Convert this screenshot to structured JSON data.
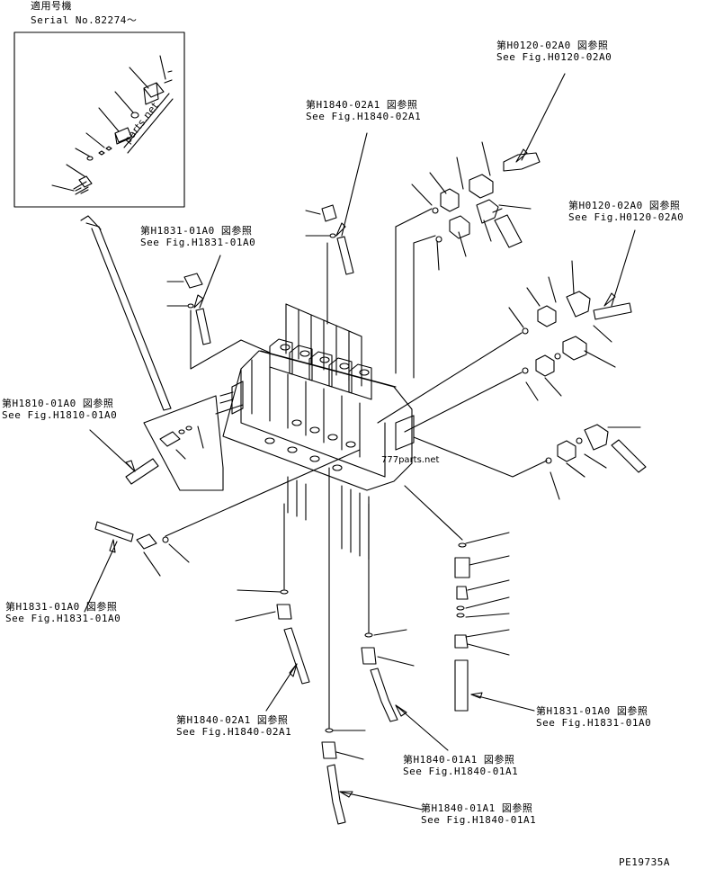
{
  "inset": {
    "applicable_label": "適用号機",
    "serial_label": "Serial No.82274～",
    "stamp_text": "parts.net"
  },
  "refs": [
    {
      "jp": "第H0120-02A0 図参照",
      "en": "See Fig.H0120-02A0"
    },
    {
      "jp": "第H1840-02A1 図参照",
      "en": "See Fig.H1840-02A1"
    },
    {
      "jp": "第H1831-01A0 図参照",
      "en": "See Fig.H1831-01A0"
    },
    {
      "jp": "第H0120-02A0 図参照",
      "en": "See Fig.H0120-02A0"
    },
    {
      "jp": "第H1810-01A0 図参照",
      "en": "See Fig.H1810-01A0"
    },
    {
      "jp": "第H1831-01A0 図参照",
      "en": "See Fig.H1831-01A0"
    },
    {
      "jp": "第H1831-01A0 図参照",
      "en": "See Fig.H1831-01A0"
    },
    {
      "jp": "第H1840-02A1 図参照",
      "en": "See Fig.H1840-02A1"
    },
    {
      "jp": "第H1840-01A1 図参照",
      "en": "See Fig.H1840-01A1"
    },
    {
      "jp": "第H1840-01A1 図参照",
      "en": "See Fig.H1840-01A1"
    }
  ],
  "watermark": "777parts.net",
  "drawing_number": "PE19735A"
}
